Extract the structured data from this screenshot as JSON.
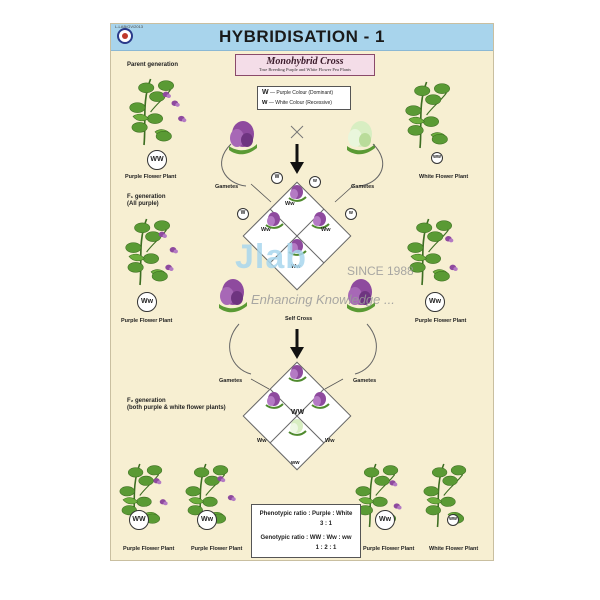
{
  "poster": {
    "code": "L-LAB/GV/2013",
    "title": "HYBRIDISATION - 1",
    "subtitle": "Monohybrid Cross",
    "subtitle_note": "True Breeding Purple and White Flower Pea Plants"
  },
  "key": {
    "dominant_symbol": "W",
    "dominant_label": "Purple Colour (Dominant)",
    "recessive_symbol": "w",
    "recessive_label": "White Colour (Recessive)"
  },
  "generations": {
    "parent": "Parent generation",
    "f1_line1": "F₁ generation",
    "f1_line2": "(All purple)",
    "f2_line1": "F₂ generation",
    "f2_line2": "(both purple & white flower plants)"
  },
  "labels": {
    "gametes": "Gametes",
    "self_cross": "Self Cross",
    "cross_symbol": "×",
    "purple_plant": "Purple Flower Plant",
    "white_plant": "White Flower Plant"
  },
  "genotypes": {
    "WW": "WW",
    "ww": "ww",
    "Ww": "Ww",
    "W": "W",
    "w": "w"
  },
  "ratios": {
    "phenotypic_label": "Phenotypic ratio : Purple : White",
    "phenotypic_values": "3  :  1",
    "genotypic_label": "Genotypic ratio : WW : Ww : ww",
    "genotypic_values": "1  :  2  :  1"
  },
  "watermark": {
    "brand": "Jlab",
    "since": "SINCE 1988",
    "tagline": "Enhancing Knowledge ..."
  },
  "colors": {
    "header": "#a8d4ec",
    "poster_bg": "#f7efd2",
    "flower_purple": "#8e4a9e",
    "flower_white": "#cfe8b8",
    "leaf_green": "#4f8a2e"
  }
}
